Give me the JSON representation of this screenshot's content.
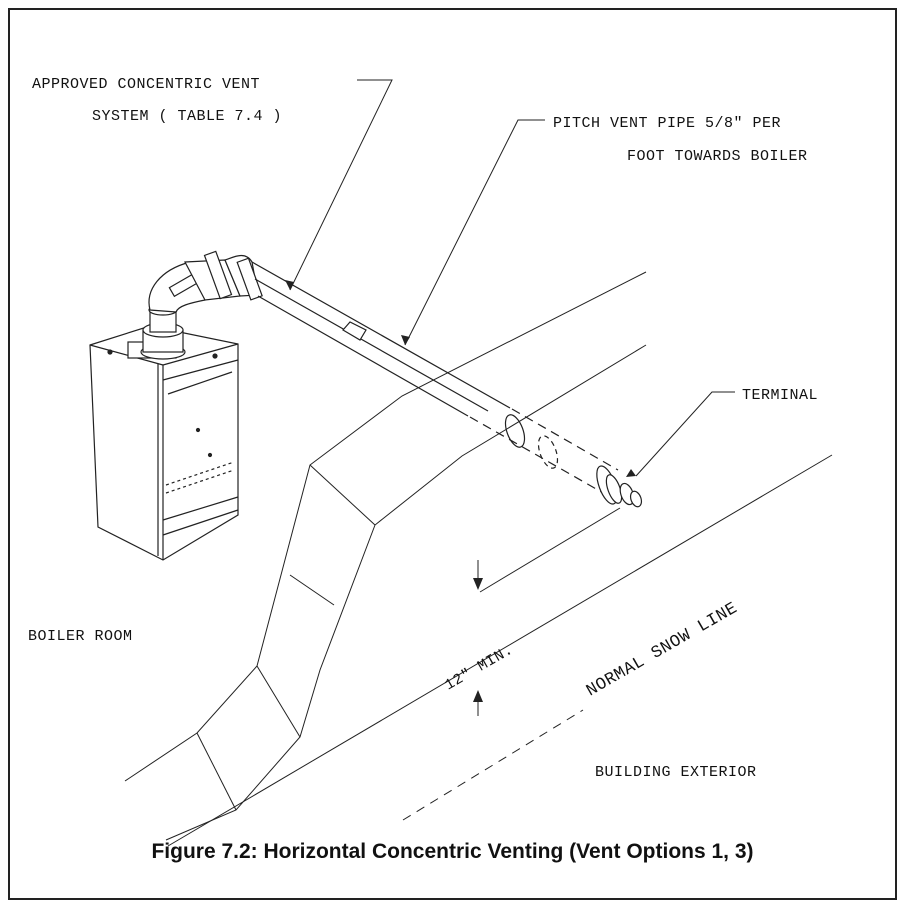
{
  "labels": {
    "vent_system_line1": "APPROVED CONCENTRIC VENT",
    "vent_system_line2": "SYSTEM ( TABLE 7.4 )",
    "pitch_line1": "PITCH VENT PIPE 5/8\" PER",
    "pitch_line2": "FOOT TOWARDS BOILER",
    "terminal": "TERMINAL",
    "boiler_room": "BOILER ROOM",
    "min_clearance": "12\" MIN.",
    "snow_line": "NORMAL SNOW LINE",
    "building_exterior": "BUILDING EXTERIOR"
  },
  "caption": "Figure 7.2: Horizontal Concentric Venting (Vent  Options 1, 3)"
}
